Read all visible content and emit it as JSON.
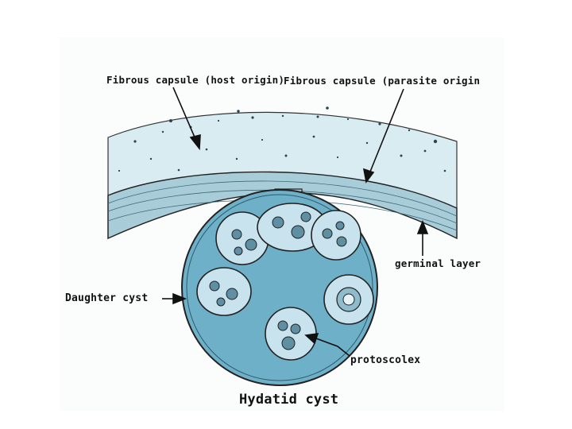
{
  "diagram": {
    "title": "Hydatid cyst",
    "labels": {
      "host_capsule": "Fibrous capsule (host origin)",
      "parasite_capsule": "Fibrous capsule (parasite origin",
      "germinal_layer": "germinal layer",
      "daughter_cyst": "Daughter cyst",
      "protoscolex": "protoscolex"
    },
    "colors": {
      "capsule_fill": "#d9ecf2",
      "band_fill": "#a8cdd9",
      "cyst_fill": "#6fb0c9",
      "daughter_fill": "#c8e3ee",
      "outline": "#222222"
    }
  }
}
